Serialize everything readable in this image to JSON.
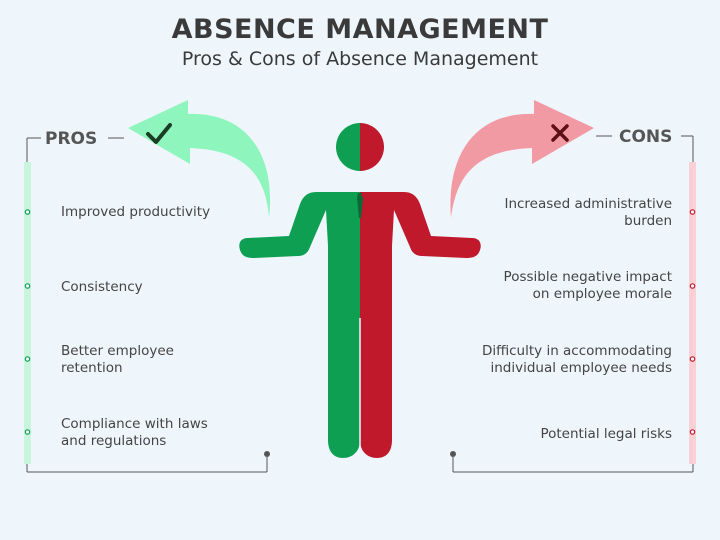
{
  "header": {
    "title": "ABSENCE MANAGEMENT",
    "subtitle": "Pros & Cons of Absence Management"
  },
  "pros": {
    "label": "PROS",
    "icon": "check-icon",
    "color": "#0e9f52",
    "arrow_color": "#8ef5bd",
    "items": [
      "Improved productivity",
      "Consistency",
      "Better employee retention",
      "Compliance with laws and regulations"
    ]
  },
  "cons": {
    "label": "CONS",
    "icon": "cross-icon",
    "color": "#c0192b",
    "arrow_color": "#f29aa3",
    "items": [
      "Increased administrative burden",
      "Possible negative impact on employee morale",
      "Difficulty in accommodating individual employee needs",
      "Potential legal risks"
    ]
  }
}
